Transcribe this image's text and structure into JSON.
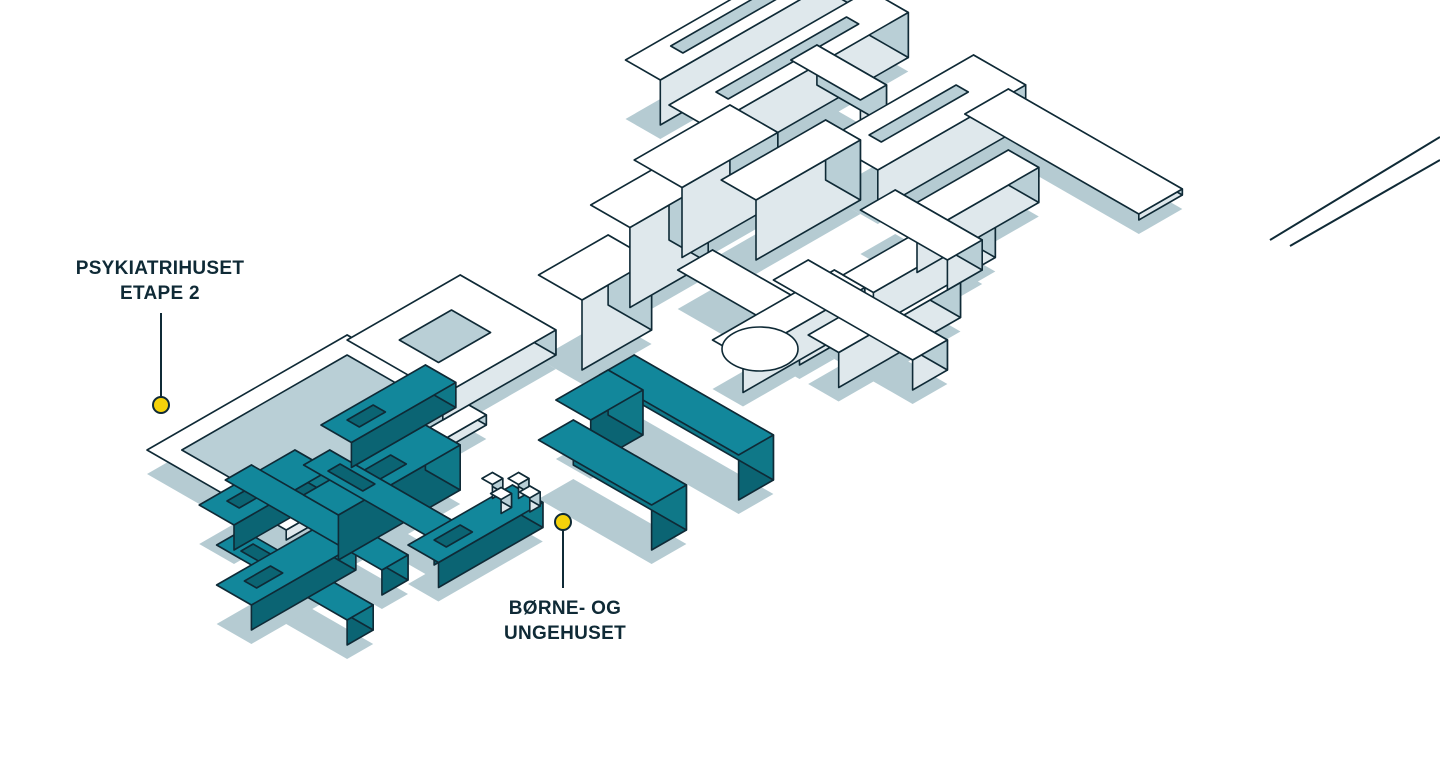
{
  "colors": {
    "highlight_top": "#12879b",
    "highlight_side_dark": "#0b6473",
    "highlight_side_light": "#0f7888",
    "building_top": "#ffffff",
    "building_side_light": "#dfe8ec",
    "building_side_dark": "#b9cfd6",
    "shadow": "#b5cbd2",
    "outline": "#0f2a36",
    "marker": "#f5d20a"
  },
  "labels": {
    "psykiatrihuset": {
      "line1": "PSYKIATRIHUSET",
      "line2": "ETAPE 2"
    },
    "borne": {
      "line1": "BØRNE- OG",
      "line2": "UNGEHUSET"
    }
  }
}
